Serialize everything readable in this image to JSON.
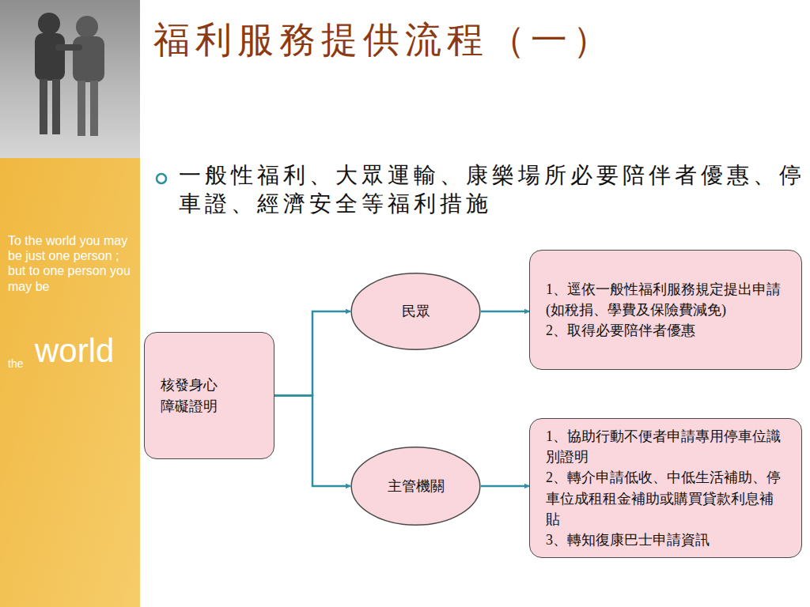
{
  "diagram": {
    "title": "福利服務提供流程（一）",
    "nodes": [
      {
        "text": [
          "核發身心障礙證明"
        ]
      },
      {
        "text": [
          "民眾"
        ]
      },
      {
        "text": [
          "主管機關"
        ]
      },
      {
        "text": [
          "1、逕依一般性福利服務規定提出申請(如稅捐、學費及保險費減免)",
          "2、取得必要陪伴者優惠"
        ]
      },
      {
        "text": [
          "1、協助行動不便者申請專用停車位識別證明",
          "2、轉介申請低收、中低生活補助、停車位成租租金補助或購買貸款利息補貼",
          "3、轉知復康巴士申請資訊"
        ]
      }
    ],
    "edges": [
      {
        "from": 0,
        "to": 1,
        "arrow": "to"
      },
      {
        "from": 0,
        "to": 2,
        "arrow": "to"
      },
      {
        "from": 1,
        "to": 3,
        "arrow": "to"
      },
      {
        "from": 2,
        "to": 4,
        "arrow": "to"
      }
    ],
    "labels": [
      "一般性福利、大眾運輸、康樂場所必要陪伴者優惠、停車證、經濟安全等福利措施",
      "To the world you may be just one person ; but to one person you may be",
      "the",
      "world"
    ]
  }
}
